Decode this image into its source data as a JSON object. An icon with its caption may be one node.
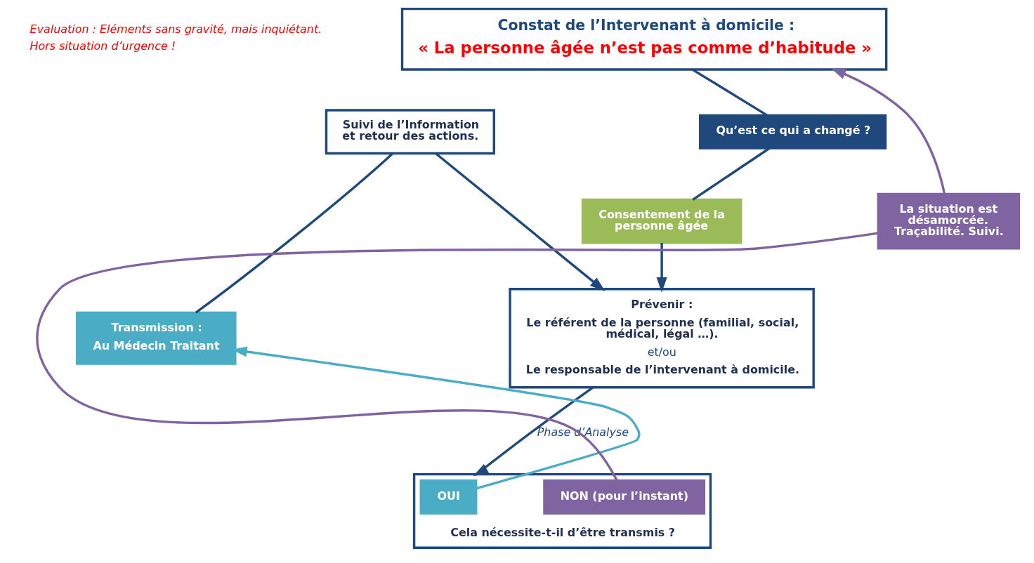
{
  "diagram": {
    "nodes": [
      {
        "text": [
          "Constat de l’Intervenant à domicile :",
          "« La personne âgée n’est pas comme d’habitude »"
        ]
      },
      {
        "text": [
          "Qu’est ce qui a changé ?"
        ]
      },
      {
        "text": [
          "Suivi de l’Information et retour des actions."
        ]
      },
      {
        "text": [
          "Consentement de la personne âgée"
        ]
      },
      {
        "text": [
          "La situation est désamorcée. Traçabilité. Suivi."
        ]
      },
      {
        "text": [
          "Transmission :",
          "Au Médecin Traitant"
        ]
      },
      {
        "text": [
          "Prévenir :",
          "Le référent de la personne (familial, social, médical, légal …).",
          "et/ou",
          "Le responsable de l’intervenant à domicile."
        ]
      },
      {
        "text": [
          "Cela nécessite-t-il d’être transmis ?"
        ]
      },
      {
        "text": [
          "OUI"
        ],
        "in": 7
      },
      {
        "text": [
          "NON (pour l’instant)"
        ],
        "in": 7
      }
    ],
    "edges": [
      {
        "from": 0,
        "to": 1,
        "arrow": "none"
      },
      {
        "from": 1,
        "to": 3,
        "arrow": "none"
      },
      {
        "from": 3,
        "to": 6,
        "arrow": "to"
      },
      {
        "from": 2,
        "to": 6,
        "arrow": "to"
      },
      {
        "from": 5,
        "to": 2,
        "arrow": "none"
      },
      {
        "from": 6,
        "to": 7,
        "arrow": "to",
        "label": "Phase d’Analyse"
      },
      {
        "from": 8,
        "to": 5,
        "arrow": "to",
        "color": "#4bacc6"
      },
      {
        "from": 9,
        "to": 4,
        "arrow": "none",
        "color": "#8064a2"
      },
      {
        "from": 4,
        "to": 0,
        "arrow": "to",
        "color": "#8064a2"
      }
    ],
    "labels": [
      "Evaluation : Eléments sans gravité, mais inquiétant.",
      "Hors situation d’urgence !"
    ]
  }
}
